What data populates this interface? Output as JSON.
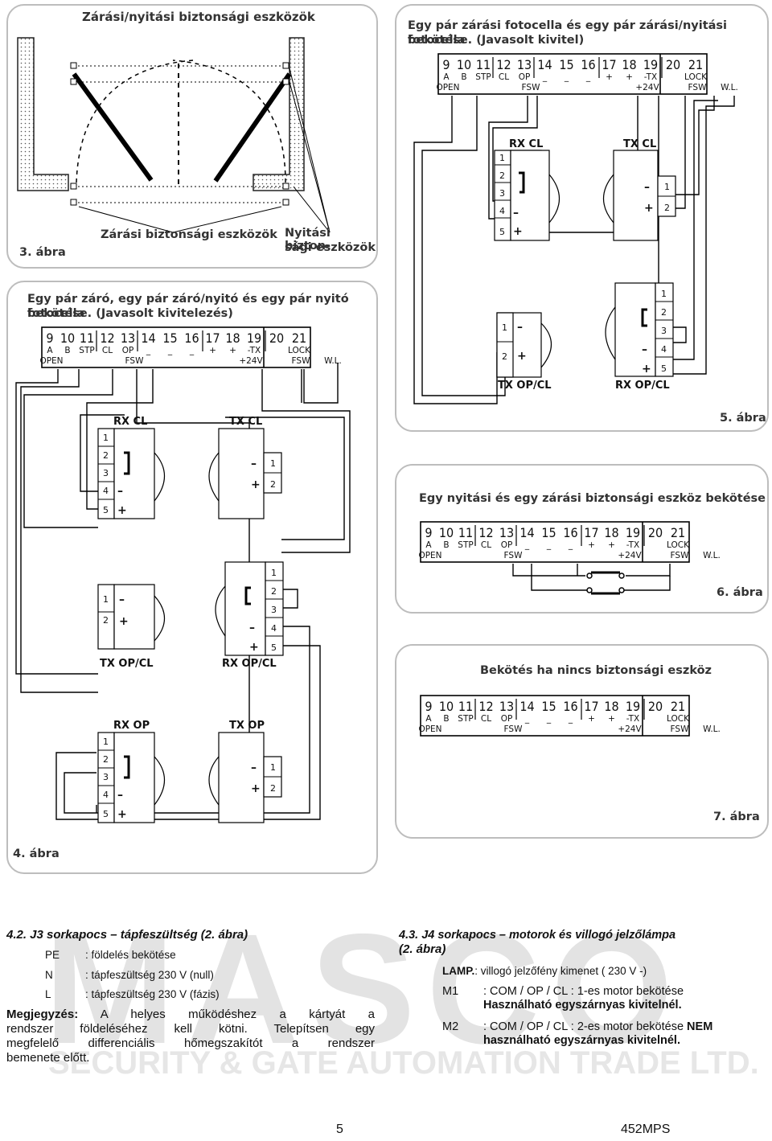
{
  "fig3": {
    "title": "Zárási/nyitási biztonsági eszközök",
    "label": "3. ábra",
    "closing_label": "Zárási biztonsági eszközök",
    "opening_label_1": "Nyitási bizton-",
    "opening_label_2": "sági eszközök"
  },
  "terminal": {
    "numbers": [
      "9",
      "10",
      "11",
      "12",
      "13",
      "14",
      "15",
      "16",
      "17",
      "18",
      "19",
      "20",
      "21"
    ],
    "row2": [
      "A",
      "B",
      "STP",
      "CL",
      "OP",
      "_",
      "_",
      "_",
      "+",
      "+",
      "-TX",
      "",
      "LOCK"
    ],
    "row3": [
      "OPEN",
      "FSW",
      "+24V",
      "FSW",
      "W.L."
    ]
  },
  "fig5": {
    "title_1": "Egy pár zárási fotocella és egy pár zárási/nyitási fotocella",
    "title_2": "bekötése. (Javasolt kivitel)",
    "label": "5. ábra",
    "rx_cl": "RX CL",
    "tx_cl": "TX CL",
    "tx_opcl": "TX OP/CL",
    "rx_opcl": "RX OP/CL"
  },
  "fig4": {
    "title_1": "Egy pár záró, egy pár záró/nyitó és egy pár nyitó fotocella",
    "title_2": "bekötése. (Javasolt kivitelezés)",
    "label": "4. ábra",
    "rx_cl": "RX CL",
    "tx_cl": "TX CL",
    "tx_opcl": "TX OP/CL",
    "rx_opcl": "RX OP/CL",
    "rx_op": "RX OP",
    "tx_op": "TX OP"
  },
  "fig6": {
    "title": "Egy nyitási és egy zárási biztonsági eszköz bekötése",
    "label": "6. ábra"
  },
  "fig7": {
    "title": "Bekötés ha nincs biztonsági eszköz",
    "label": "7. ábra"
  },
  "pins": {
    "p1": "1",
    "p2": "2",
    "p3": "3",
    "p4": "4",
    "p5": "5",
    "minus": "–",
    "plus": "+"
  },
  "left_text": {
    "heading": "4.2. J3 sorkapocs – tápfeszültség (2. ábra)",
    "rows": [
      {
        "key": "PE",
        "val": ": földelés bekötése"
      },
      {
        "key": "N",
        "val": ": tápfeszültség 230 V (null)"
      },
      {
        "key": "L",
        "val": ": tápfeszültség 230 V (fázis)"
      }
    ],
    "note_bold": "Megjegyzés:",
    "note_1": " A helyes működéshez a kártyát a",
    "note_2": "rendszer földeléséhez kell kötni. Telepítsen egy",
    "note_3": "megfelelő differenciális hőmegszakítót a rendszer",
    "note_4": "bemenete előtt."
  },
  "right_text": {
    "heading_1": "4.3. J4 sorkapocs – motorok és villogó jelzőlámpa",
    "heading_2": "(2. ábra)",
    "lamp_key": "LAMP.",
    "lamp_val": ": villogó jelzőfény kimenet ( 230 V -)",
    "m1_key": "M1",
    "m1_val": ": COM / OP / CL : 1-es motor bekötése",
    "m1_note": "Használható egyszárnyas kivitelnél.",
    "m2_key": "M2",
    "m2_val": ": COM / OP / CL : 2-es motor bekötése ",
    "m2_bold": "NEM",
    "m2_note": "használható egyszárnyas kivitelnél."
  },
  "watermark": {
    "big": "MASCO",
    "small": "SECURITY & GATE AUTOMATION TRADE LTD."
  },
  "footer": {
    "page": "5",
    "code": "452MPS"
  }
}
